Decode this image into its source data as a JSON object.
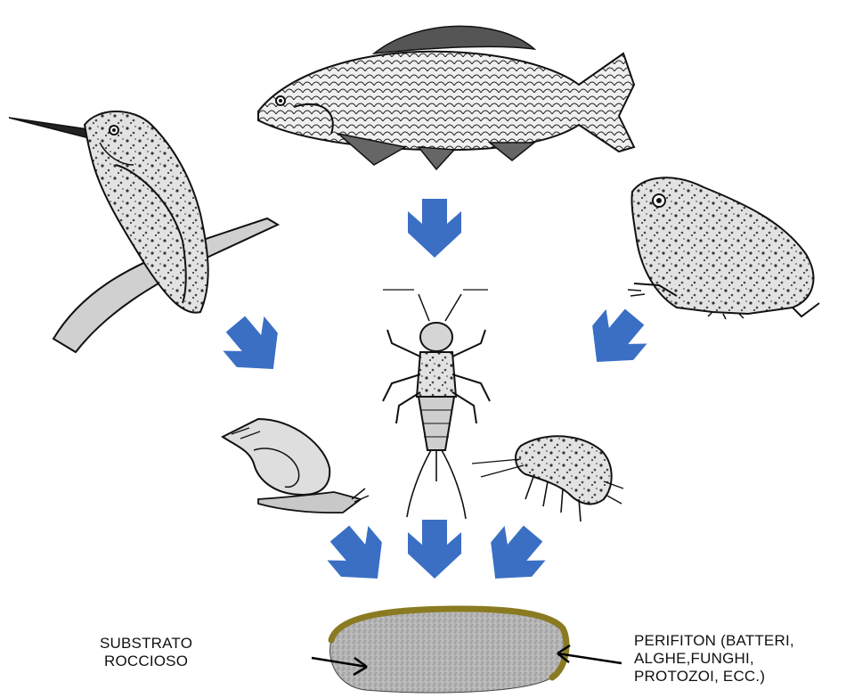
{
  "labels": {
    "substrato": [
      "SUBSTRATO",
      "ROCCIOSO"
    ],
    "perifiton": [
      "PERIFITON (BATTERI,",
      "ALGHE,FUNGHI,",
      "PROTOZOI, ECC.)"
    ]
  },
  "organisms": {
    "top": [
      "carp-fish",
      "kingfisher-bird",
      "frog"
    ],
    "middle": [
      "snail",
      "mayfly-larva",
      "amphipod"
    ],
    "base": "rock-with-periphyton"
  },
  "colors": {
    "arrow": "#3a6fc4",
    "periphyton_rim": "#8a7a22",
    "rock": "#b9b9b9",
    "ink": "#1a1a1a"
  }
}
